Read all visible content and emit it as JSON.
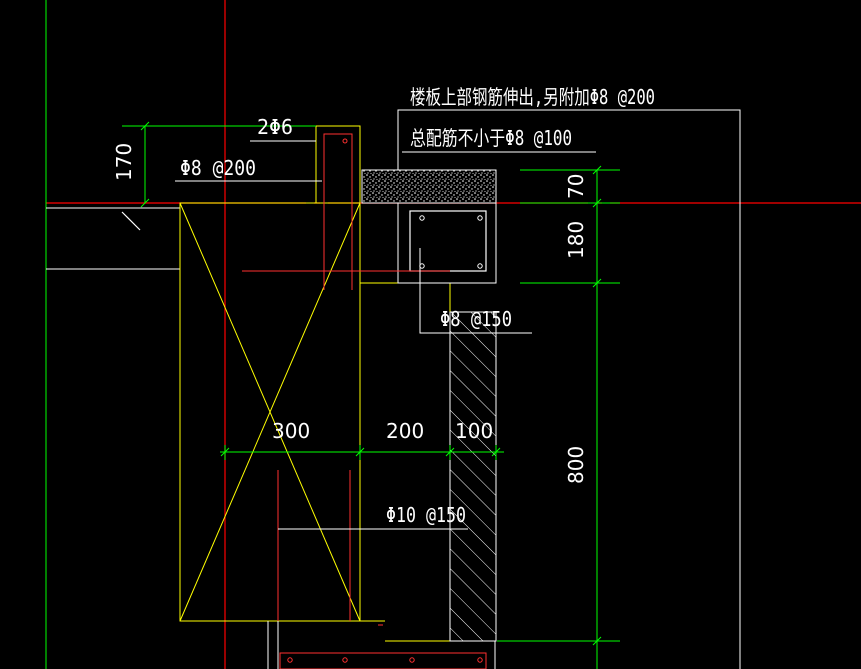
{
  "colors": {
    "background": "#000000",
    "axis_red": "#ff0000",
    "dimension_green": "#00ff00",
    "outline_yellow": "#ffff00",
    "concrete_white": "#ffffff",
    "rebar_red": "#ff3030",
    "wall_white": "#ffffff"
  },
  "notes": {
    "line1": "楼板上部钢筋伸出,另附加Φ8 @200",
    "line2": "总配筋不小于Φ8 @100"
  },
  "rebar_labels": {
    "two_phi6": "2Φ6",
    "phi8_200": "Φ8 @200",
    "phi8_150": "Φ8 @150",
    "phi10_150": "Φ10 @150"
  },
  "dimensions": {
    "slab_170": "170",
    "d70": "70",
    "d180": "180",
    "d800": "800",
    "w300": "300",
    "w200": "200",
    "w100": "100"
  }
}
